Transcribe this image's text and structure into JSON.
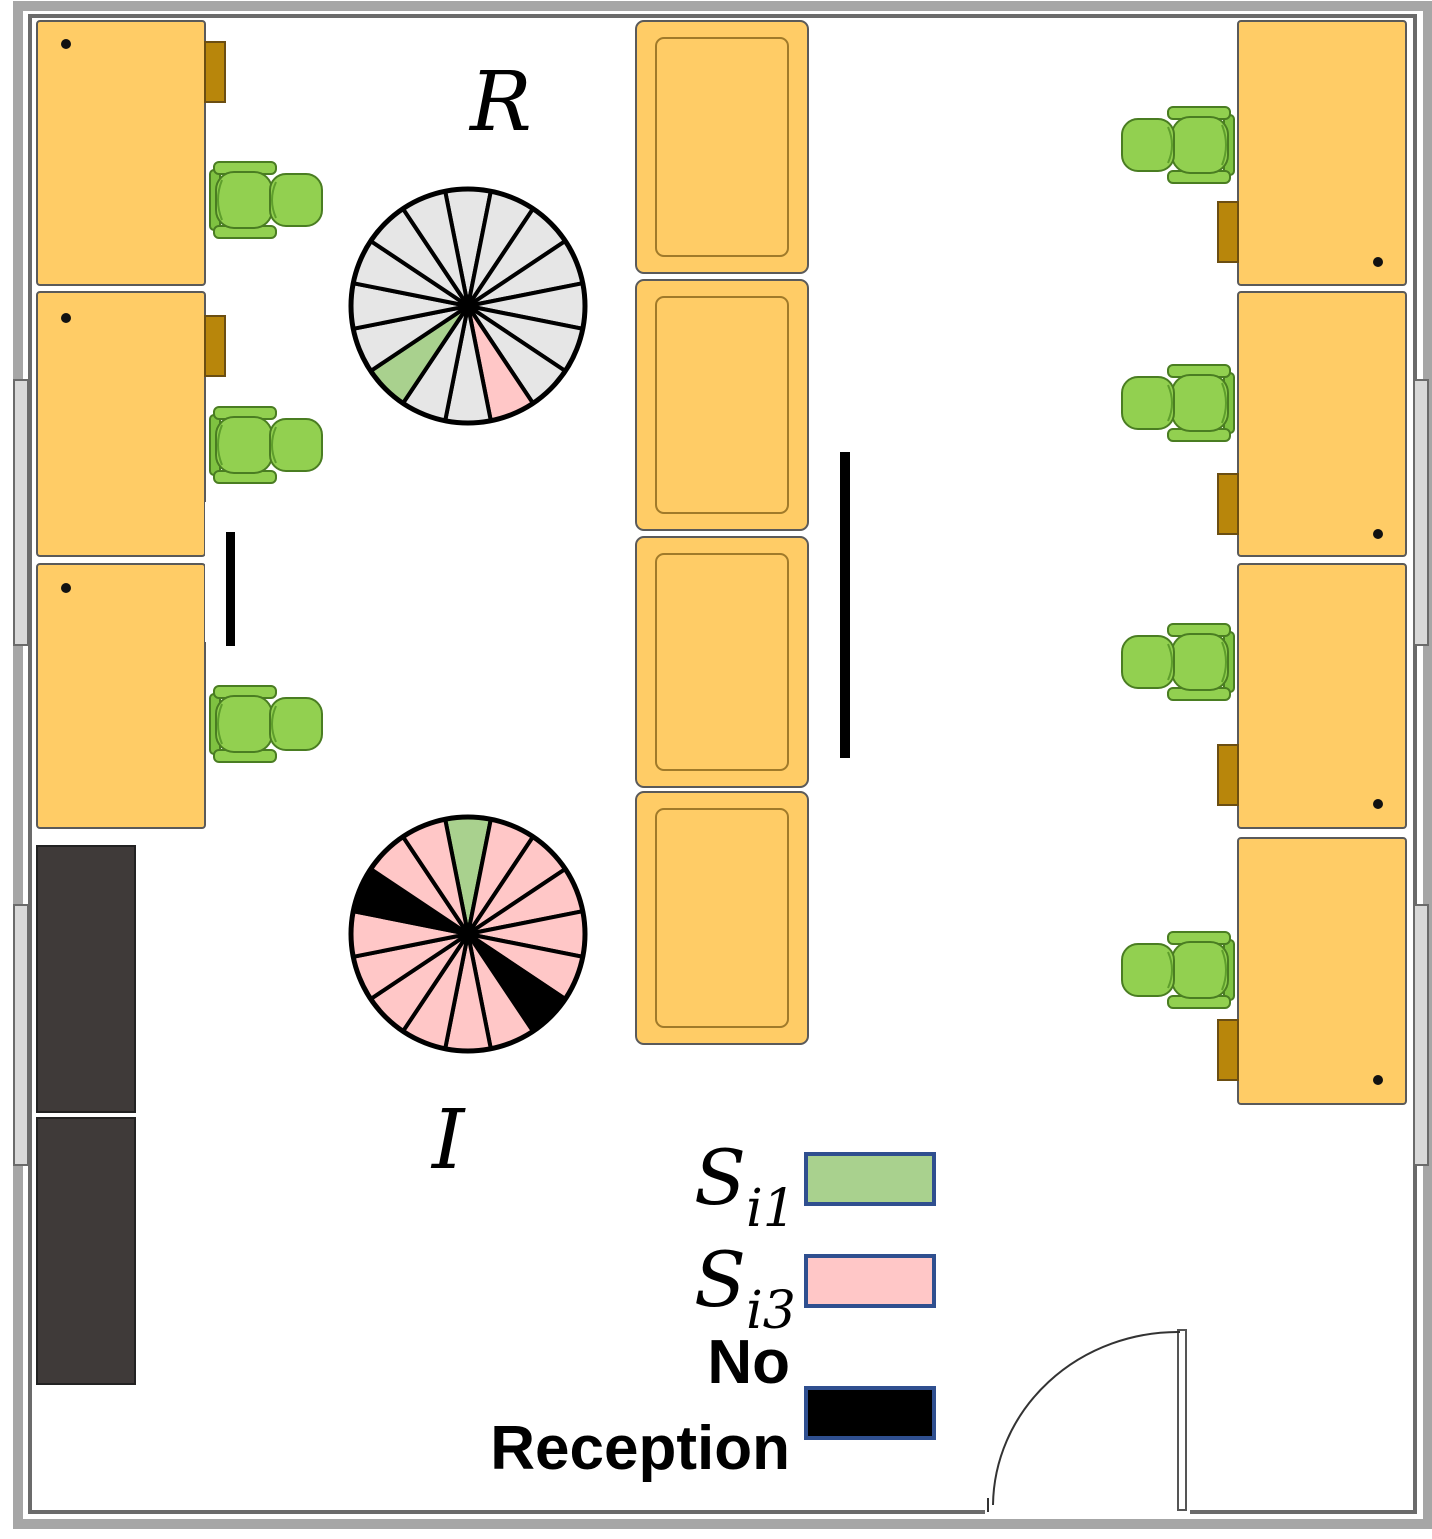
{
  "labels": {
    "receiver": "R",
    "interferer": "I"
  },
  "legend": {
    "items": [
      {
        "symbol": "S",
        "subscript": "i1",
        "color": "#a9d18e"
      },
      {
        "symbol": "S",
        "subscript": "i3",
        "color": "#ffc7c7"
      },
      {
        "line1": "No",
        "line2": "Reception",
        "color": "#000000"
      }
    ],
    "border_color": "#2f4f8f"
  },
  "pies": {
    "receiver_sectors": [
      "gray",
      "gray",
      "gray",
      "gray",
      "gray",
      "gray",
      "gray",
      "pink",
      "gray",
      "gray",
      "green",
      "gray",
      "gray",
      "gray",
      "gray",
      "gray"
    ],
    "interferer_sectors": [
      "green",
      "pink",
      "pink",
      "pink",
      "pink",
      "pink",
      "black",
      "pink",
      "pink",
      "pink",
      "pink",
      "pink",
      "pink",
      "black",
      "pink",
      "pink"
    ],
    "colors": {
      "gray": "#e6e6e6",
      "pink": "#ffc7c7",
      "green": "#a9d18e",
      "black": "#000000"
    }
  },
  "colors": {
    "desk": "#ffcc66",
    "chair": "#92d050",
    "cabinet": "#3f3a39",
    "wall": "#a6a6a6"
  }
}
